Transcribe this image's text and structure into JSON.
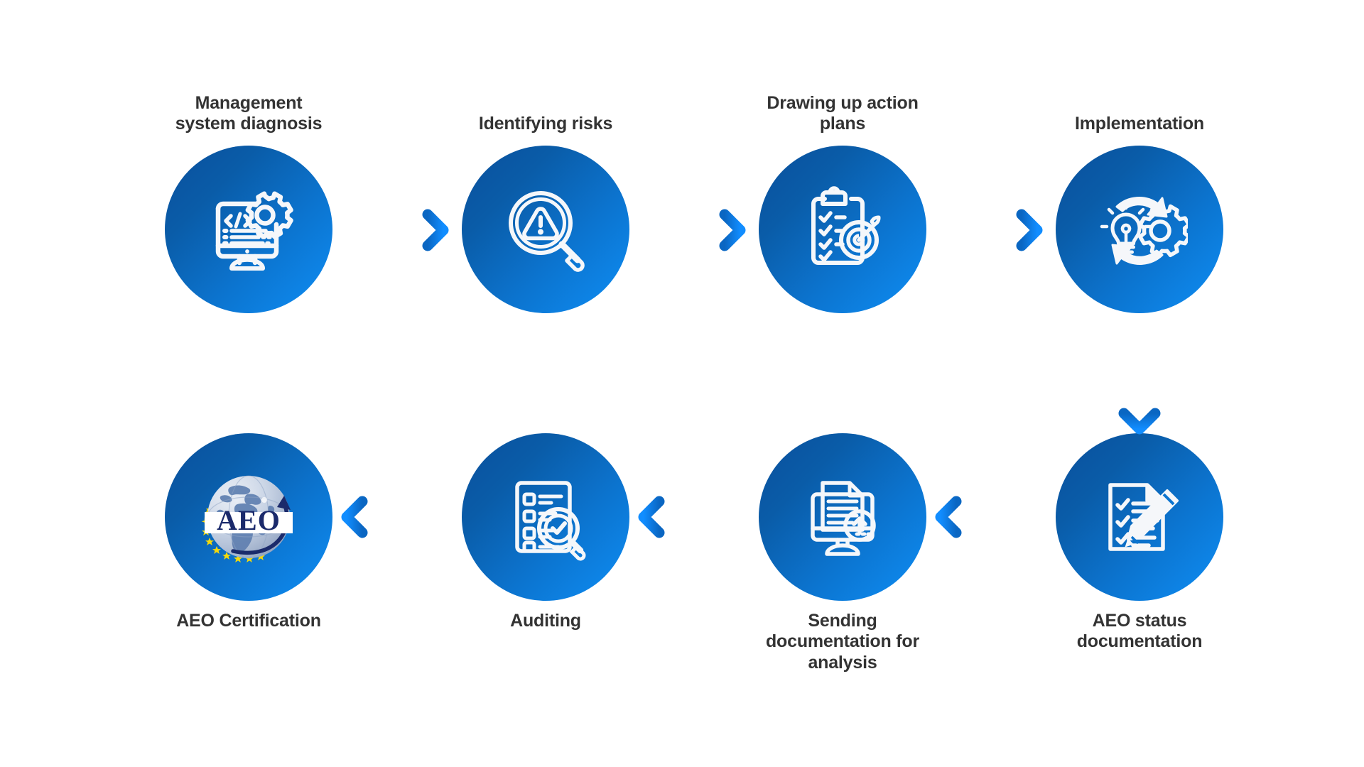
{
  "diagram": {
    "title": "AEO certification process flow",
    "background": "#ffffff",
    "palette": {
      "circle_dark": "#0a4f9c",
      "circle_light": "#0e8ef5",
      "arrow_dark": "#0a66c2",
      "arrow_light": "#0f90ff",
      "label_text": "#333333",
      "icon_stroke": "#f5f7fa",
      "aeo_navy": "#1b2a6b",
      "aeo_star": "#f5d90a"
    },
    "rows": [
      {
        "direction": "left-to-right",
        "label_position": "above"
      },
      {
        "direction": "right-to-left",
        "label_position": "below"
      }
    ],
    "steps": [
      {
        "order": 1,
        "label": "Management\nsystem diagnosis",
        "icon": "monitor-code-gear-icon",
        "row": "top"
      },
      {
        "order": 2,
        "label": "Identifying risks",
        "icon": "magnifier-warning-icon",
        "row": "top"
      },
      {
        "order": 3,
        "label": "Drawing up action\nplans",
        "icon": "clipboard-target-icon",
        "row": "top"
      },
      {
        "order": 4,
        "label": "Implementation",
        "icon": "lightbulb-gear-cycle-icon",
        "row": "top"
      },
      {
        "order": 5,
        "label": "AEO status\ndocumentation",
        "icon": "document-checklist-pencil-icon",
        "row": "bottom"
      },
      {
        "order": 6,
        "label": "Sending\ndocumentation for\nanalysis",
        "icon": "monitor-document-upload-icon",
        "row": "bottom"
      },
      {
        "order": 7,
        "label": "Auditing",
        "icon": "checklist-magnifier-check-icon",
        "row": "bottom"
      },
      {
        "order": 8,
        "label": "AEO Certification",
        "icon": "aeo-globe-logo",
        "row": "bottom",
        "logo_text": "AEO"
      }
    ],
    "connectors": [
      {
        "name": "arrow-step1-to-step2",
        "direction": "right"
      },
      {
        "name": "arrow-step2-to-step3",
        "direction": "right"
      },
      {
        "name": "arrow-step3-to-step4",
        "direction": "right"
      },
      {
        "name": "arrow-step4-to-step5",
        "direction": "down"
      },
      {
        "name": "arrow-step5-to-step6",
        "direction": "left"
      },
      {
        "name": "arrow-step6-to-step7",
        "direction": "left"
      },
      {
        "name": "arrow-step7-to-step8",
        "direction": "left"
      }
    ]
  }
}
